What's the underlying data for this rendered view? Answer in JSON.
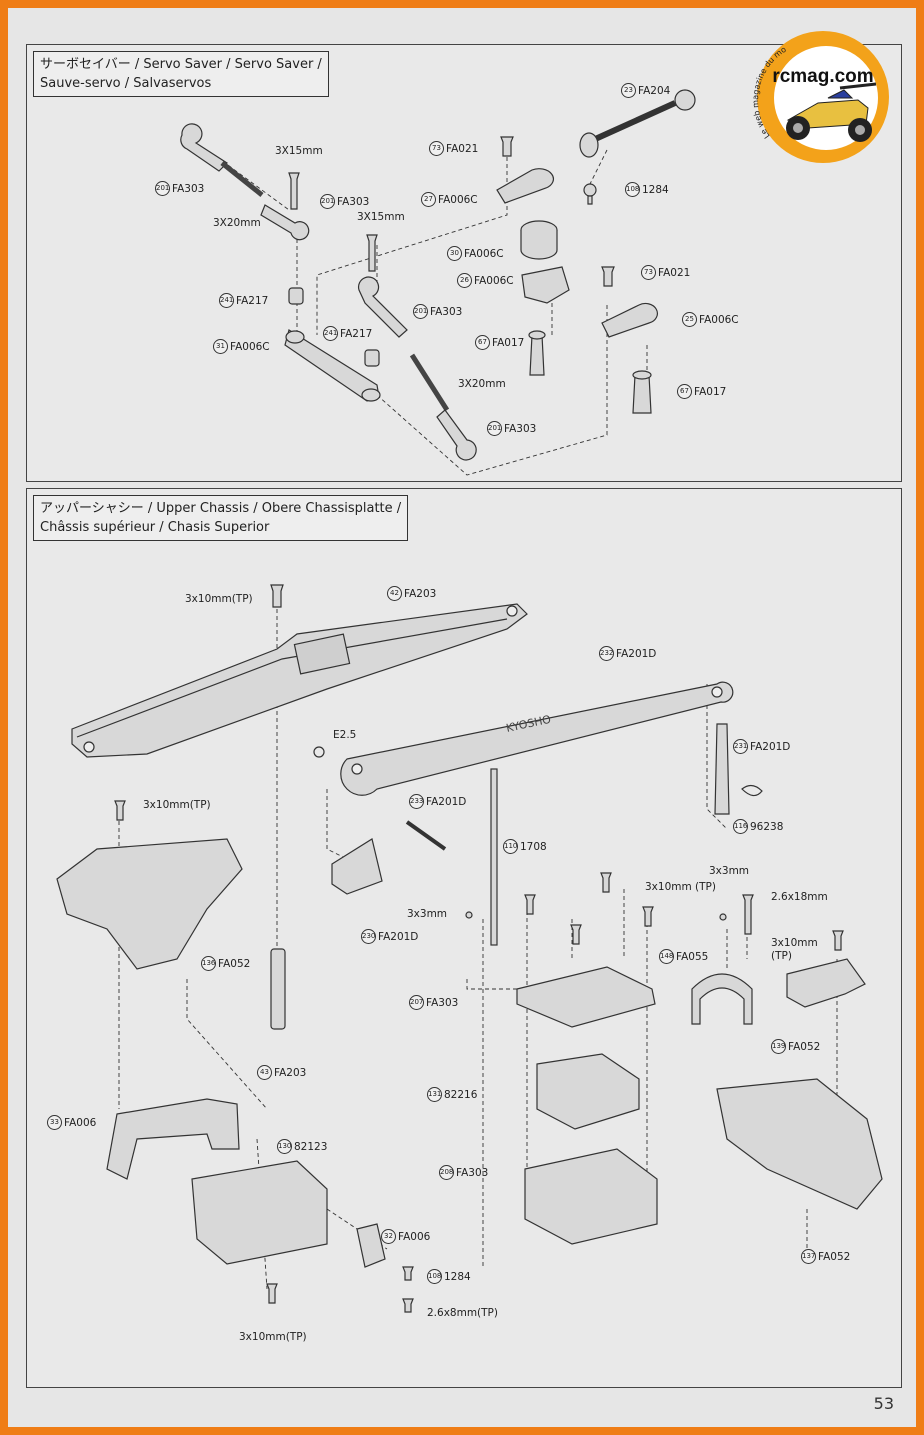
{
  "page_number": "53",
  "logo": {
    "side_text": "Le web magazine du modelisme",
    "brand": "rcmag.com",
    "colors": {
      "ring": "#f3a21a",
      "inner": "#ffffff",
      "brand_text": "#111111"
    }
  },
  "sections": {
    "servo_saver": {
      "title_line1": "サーボセイバー / Servo Saver / Servo Saver /",
      "title_line2": "Sauve-servo / Salvaservos",
      "labels": [
        {
          "num": "201",
          "part": "FA303"
        },
        {
          "num": "",
          "part": "3X15mm"
        },
        {
          "num": "201",
          "part": "FA303"
        },
        {
          "num": "",
          "part": "3X20mm"
        },
        {
          "num": "73",
          "part": "FA021"
        },
        {
          "num": "27",
          "part": "FA006C"
        },
        {
          "num": "23",
          "part": "FA204"
        },
        {
          "num": "108",
          "part": "1284"
        },
        {
          "num": "",
          "part": "3X15mm"
        },
        {
          "num": "30",
          "part": "FA006C"
        },
        {
          "num": "26",
          "part": "FA006C"
        },
        {
          "num": "73",
          "part": "FA021"
        },
        {
          "num": "241",
          "part": "FA217"
        },
        {
          "num": "201",
          "part": "FA303"
        },
        {
          "num": "25",
          "part": "FA006C"
        },
        {
          "num": "31",
          "part": "FA006C"
        },
        {
          "num": "241",
          "part": "FA217"
        },
        {
          "num": "67",
          "part": "FA017"
        },
        {
          "num": "",
          "part": "3X20mm"
        },
        {
          "num": "67",
          "part": "FA017"
        },
        {
          "num": "201",
          "part": "FA303"
        }
      ]
    },
    "upper_chassis": {
      "title_line1": "アッパーシャシー / Upper Chassis / Obere Chassisplatte /",
      "title_line2": "Châssis supérieur  / Chasis Superior",
      "stamp_text": "KYOSHO",
      "labels": [
        {
          "num": "",
          "part": "3x10mm(TP)"
        },
        {
          "num": "42",
          "part": "FA203"
        },
        {
          "num": "232",
          "part": "FA201D"
        },
        {
          "num": "",
          "part": "E2.5"
        },
        {
          "num": "231",
          "part": "FA201D"
        },
        {
          "num": "",
          "part": "3x10mm(TP)"
        },
        {
          "num": "233",
          "part": "FA201D"
        },
        {
          "num": "116",
          "part": "96238"
        },
        {
          "num": "110",
          "part": "1708"
        },
        {
          "num": "",
          "part": "3x3mm"
        },
        {
          "num": "",
          "part": "3x10mm (TP)"
        },
        {
          "num": "",
          "part": "2.6x18mm"
        },
        {
          "num": "",
          "part": "3x3mm"
        },
        {
          "num": "230",
          "part": "FA201D"
        },
        {
          "num": "",
          "part": "3x10mm"
        },
        {
          "num": "",
          "part": "(TP)"
        },
        {
          "num": "136",
          "part": "FA052"
        },
        {
          "num": "148",
          "part": "FA055"
        },
        {
          "num": "207",
          "part": "FA303"
        },
        {
          "num": "139",
          "part": "FA052"
        },
        {
          "num": "43",
          "part": "FA203"
        },
        {
          "num": "131",
          "part": "82216"
        },
        {
          "num": "33",
          "part": "FA006"
        },
        {
          "num": "130",
          "part": "82123"
        },
        {
          "num": "208",
          "part": "FA303"
        },
        {
          "num": "32",
          "part": "FA006"
        },
        {
          "num": "137",
          "part": "FA052"
        },
        {
          "num": "108",
          "part": "1284"
        },
        {
          "num": "",
          "part": "2.6x8mm(TP)"
        },
        {
          "num": "",
          "part": "3x10mm(TP)"
        }
      ]
    }
  }
}
